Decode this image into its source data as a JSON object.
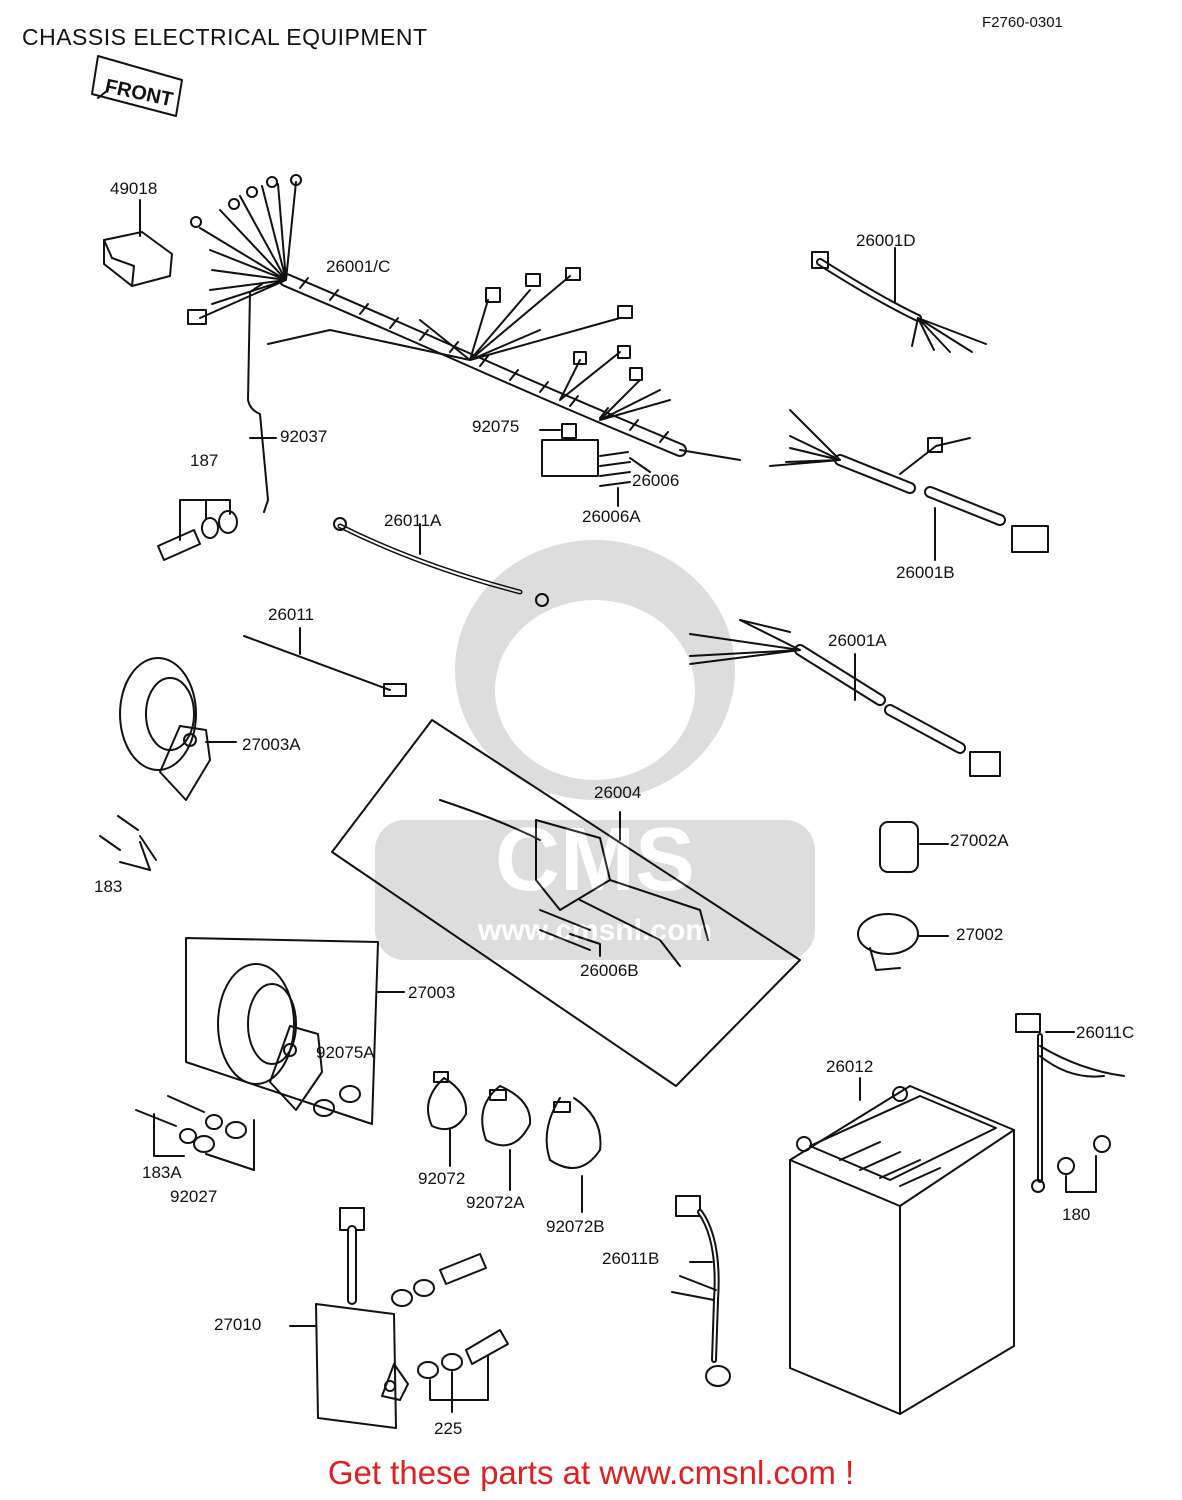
{
  "header": {
    "title": "CHASSIS ELECTRICAL EQUIPMENT",
    "ref_code": "F2760-0301",
    "front_marker": "FRONT"
  },
  "footer": {
    "cta": "Get these parts at www.cmsnl.com !"
  },
  "watermark": {
    "text": "CMS",
    "url": "www.cmsnl.com"
  },
  "parts": [
    {
      "id": "49018"
    },
    {
      "id": "26001/C"
    },
    {
      "id": "26001D"
    },
    {
      "id": "92037"
    },
    {
      "id": "187"
    },
    {
      "id": "92075"
    },
    {
      "id": "26006"
    },
    {
      "id": "26006A"
    },
    {
      "id": "26011A"
    },
    {
      "id": "26001B"
    },
    {
      "id": "26011"
    },
    {
      "id": "26001A"
    },
    {
      "id": "27003A"
    },
    {
      "id": "183"
    },
    {
      "id": "26004"
    },
    {
      "id": "27002A"
    },
    {
      "id": "27002"
    },
    {
      "id": "26006B"
    },
    {
      "id": "27003"
    },
    {
      "id": "92075A"
    },
    {
      "id": "26011C"
    },
    {
      "id": "26012"
    },
    {
      "id": "183A"
    },
    {
      "id": "92027"
    },
    {
      "id": "92072"
    },
    {
      "id": "92072A"
    },
    {
      "id": "92072B"
    },
    {
      "id": "180"
    },
    {
      "id": "26011B"
    },
    {
      "id": "27010"
    },
    {
      "id": "225"
    }
  ]
}
